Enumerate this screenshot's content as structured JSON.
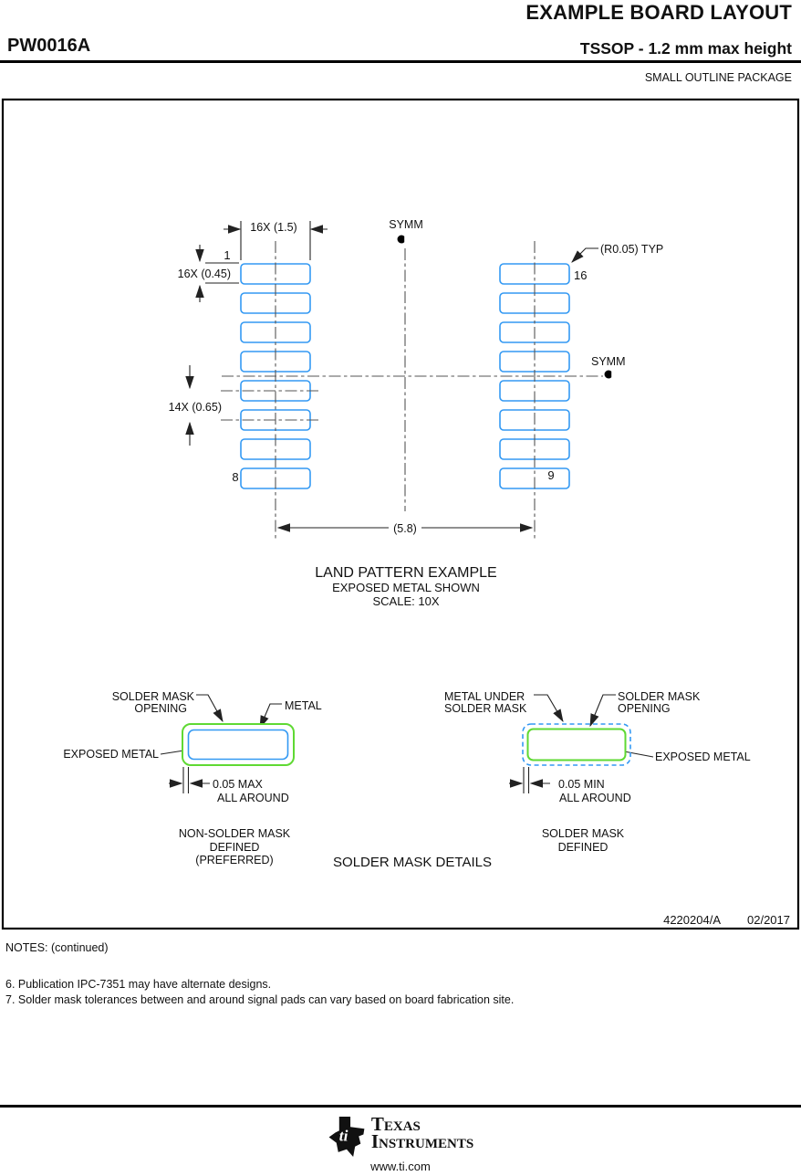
{
  "header": {
    "title": "EXAMPLE BOARD LAYOUT",
    "part_number": "PW0016A",
    "subtitle": "TSSOP - 1.2 mm max height",
    "package_type": "SMALL OUTLINE PACKAGE"
  },
  "land_pattern": {
    "title": "LAND PATTERN EXAMPLE",
    "subtitle1": "EXPOSED METAL SHOWN",
    "subtitle2": "SCALE: 10X",
    "dim_pad_width": "16X (1.5)",
    "dim_pad_height": "16X (0.45)",
    "dim_pitch": "14X (0.65)",
    "dim_span": "(5.8)",
    "radius_note": "(R0.05) TYP",
    "symm_top": "SYMM",
    "symm_right": "SYMM",
    "pads_per_side": 8,
    "pins": {
      "p1": "1",
      "p8": "8",
      "p9": "9",
      "p16": "16"
    }
  },
  "solder_mask": {
    "title": "SOLDER MASK DETAILS",
    "nsmd": {
      "label_opening_1": "SOLDER MASK",
      "label_opening_2": "OPENING",
      "label_metal": "METAL",
      "label_exposed": "EXPOSED METAL",
      "dim1": "0.05 MAX",
      "dim2": "ALL AROUND",
      "caption1": "NON-SOLDER MASK",
      "caption2": "DEFINED",
      "caption3": "(PREFERRED)"
    },
    "smd": {
      "label_metal_1": "METAL UNDER",
      "label_metal_2": "SOLDER MASK",
      "label_opening_1": "SOLDER MASK",
      "label_opening_2": "OPENING",
      "label_exposed": "EXPOSED METAL",
      "dim1": "0.05 MIN",
      "dim2": "ALL AROUND",
      "caption1": "SOLDER MASK",
      "caption2": "DEFINED"
    }
  },
  "drawing_footer": {
    "number": "4220204/A",
    "date": "02/2017"
  },
  "notes": {
    "heading": "NOTES: (continued)",
    "items": [
      "6. Publication IPC-7351 may have alternate designs.",
      "7. Solder mask tolerances between and around signal pads can vary based on board fabrication site."
    ]
  },
  "footer": {
    "logo_line1": "Texas",
    "logo_line2": "Instruments",
    "website": "www.ti.com"
  },
  "colors": {
    "pad_blue": "#3399F3",
    "mask_green": "#5FD933"
  }
}
